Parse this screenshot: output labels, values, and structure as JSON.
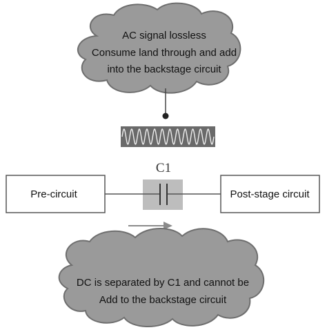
{
  "top_cloud": {
    "line1": "AC signal lossless",
    "line2": "Consume land through and add",
    "line3": "into the backstage circuit"
  },
  "capacitor_label": "C1",
  "pre_circuit": {
    "label": "Pre-circuit"
  },
  "post_circuit": {
    "label": "Post-stage circuit"
  },
  "bottom_cloud": {
    "line1": "DC is separated by C1 and cannot be",
    "line2": "Add to the backstage circuit"
  },
  "colors": {
    "cloud_fill": "#9a9a9a",
    "cloud_stroke": "#6e6e6e",
    "box_stroke": "#555555",
    "wire": "#555555",
    "capacitor_highlight": "#bdbdbd",
    "arrow": "#8a8a8a",
    "waveform": "#eeeeee",
    "waveform_bg": "#6a6a6a"
  }
}
